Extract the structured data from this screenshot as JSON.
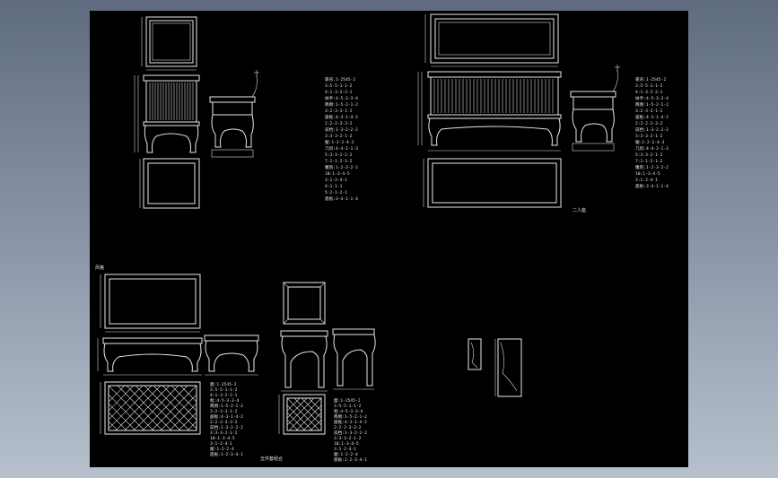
{
  "drawing": {
    "top_left_caption": "风格",
    "bottom_caption": "五件套组合",
    "right_caption": "二人座",
    "notes_block_1": [
      "靠背:1-2545-2",
      "  3:5-5-1-1-2",
      "  4:1-3-2-2-1",
      "扶手:4-5-3-3-4",
      "两侧:1-5-2-1-2",
      "  3:2-3-3-1-2",
      "座框:4-3-1-4-2",
      "  2:2-2-3-3-2",
      "前档:1-3-2-2-2",
      "  3:3-3-2-1-2",
      "腿:1-2-2-4-3",
      "几何:4-4-2-1-3",
      "  5:3-3-2-1-2",
      "  7:1-1-2-1-2",
      "雕刻:1-2-3-2-2",
      "  10:1-3-4-5",
      "  3:1-2-4-1",
      "  4:1-1-1",
      "  5:2-1-2-1",
      "底板:3-4-1-1-4"
    ],
    "notes_block_2": [
      "靠背:1-2545-2",
      "  3:5-5-1-1-2",
      "  4:1-3-2-2-1",
      "扶手:4-5-3-3-4",
      "两侧:1-5-2-1-2",
      "  3:2-3-3-1-2",
      "座框:4-3-1-4-2",
      "  2:2-2-3-3-2",
      "前档:1-3-2-2-2",
      "  3:3-3-2-1-2",
      "腿:1-2-2-4-3",
      "几何:4-4-2-1-3",
      "  5:3-3-2-1-2",
      "  7:1-1-2-1-2",
      "雕刻:1-2-3-2-2",
      "  10:1-3-4-5",
      "  3:1-2-4-1",
      "底板:3-4-1-1-4"
    ],
    "notes_block_3": [
      "面:1-2545-2",
      "  3:5-5-1-1-2",
      "  4:1-3-2-2-1",
      "框:4-5-3-3-4",
      "两侧:1-5-2-1-2",
      "  3:2-3-3-1-2",
      "座框:4-3-1-4-2",
      "  2:2-2-3-3-2",
      "前档:1-3-2-2-2",
      "  3:3-3-2-1-2",
      "  10:1-3-4-5",
      "  3:1-2-4-1",
      "腿:1-2-2-4",
      "底板:1-2-3-4-1"
    ],
    "notes_block_4": [
      "面:1-2545-2",
      "  3:5-5-1-1-2",
      "框:4-5-3-3-4",
      "两侧:1-5-2-1-2",
      "座框:4-3-1-4-2",
      "  2:2-2-3-3-2",
      "前档:1-3-2-2-2",
      "  3:3-3-2-1-2",
      "  10:1-3-4-5",
      "  3:1-2-4-1",
      "腿:1-2-2-4",
      "底板:1-2-3-4-1"
    ]
  }
}
